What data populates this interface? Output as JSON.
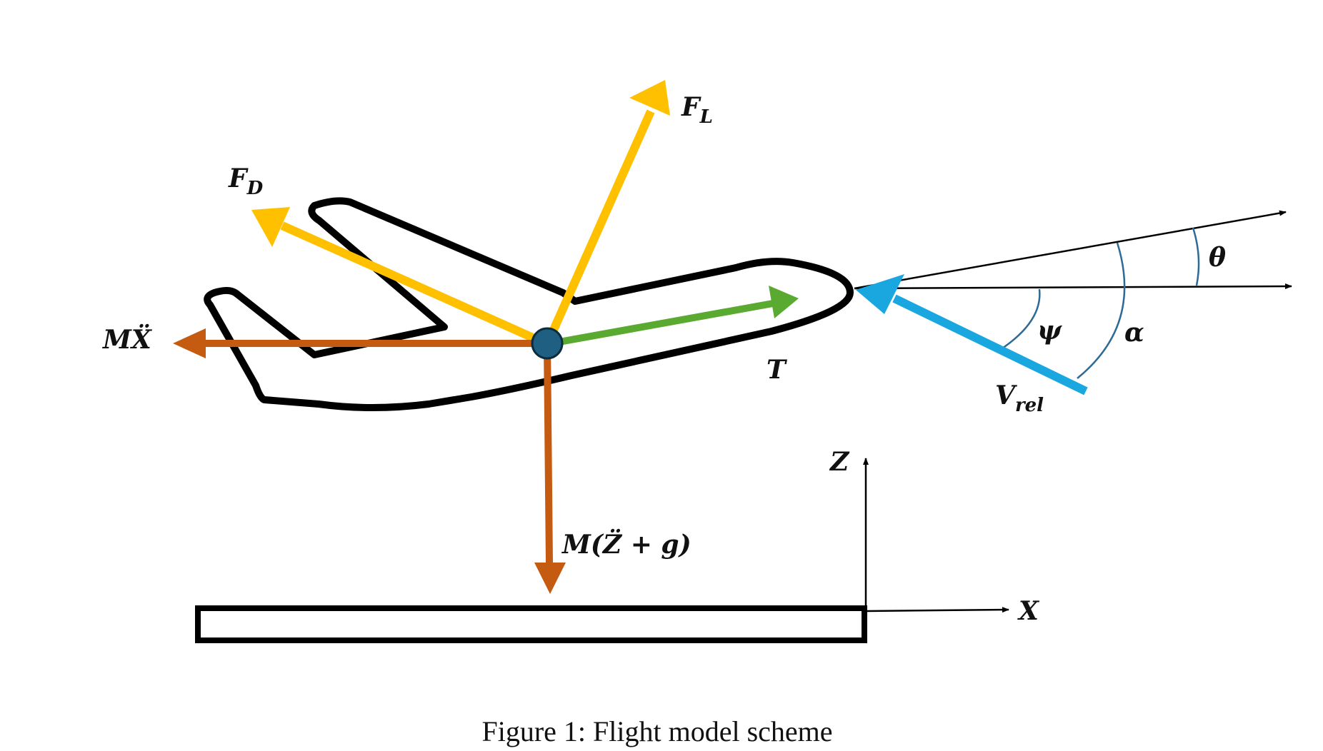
{
  "labels": {
    "lift": {
      "main": "F",
      "sub": "L"
    },
    "drag": {
      "main": "F",
      "sub": "D"
    },
    "inertia_x": "MẌ",
    "thrust": "T",
    "weight": "M(Z̈ + g)",
    "relative_velocity": {
      "main": "V",
      "sub": "rel"
    },
    "psi": "ψ",
    "alpha": "α",
    "theta": "θ",
    "axis_z": "Z",
    "axis_x": "X"
  },
  "caption": "Figure 1: Flight model scheme",
  "colors": {
    "lift": "#FFC000",
    "drag": "#FFC000",
    "inertia": "#C55A11",
    "thrust": "#5AAA32",
    "relative_velocity": "#1AA7E0",
    "center_of_mass": "#1F5F82",
    "angle_arcs": "#2E6A96",
    "outline": "#000000"
  }
}
